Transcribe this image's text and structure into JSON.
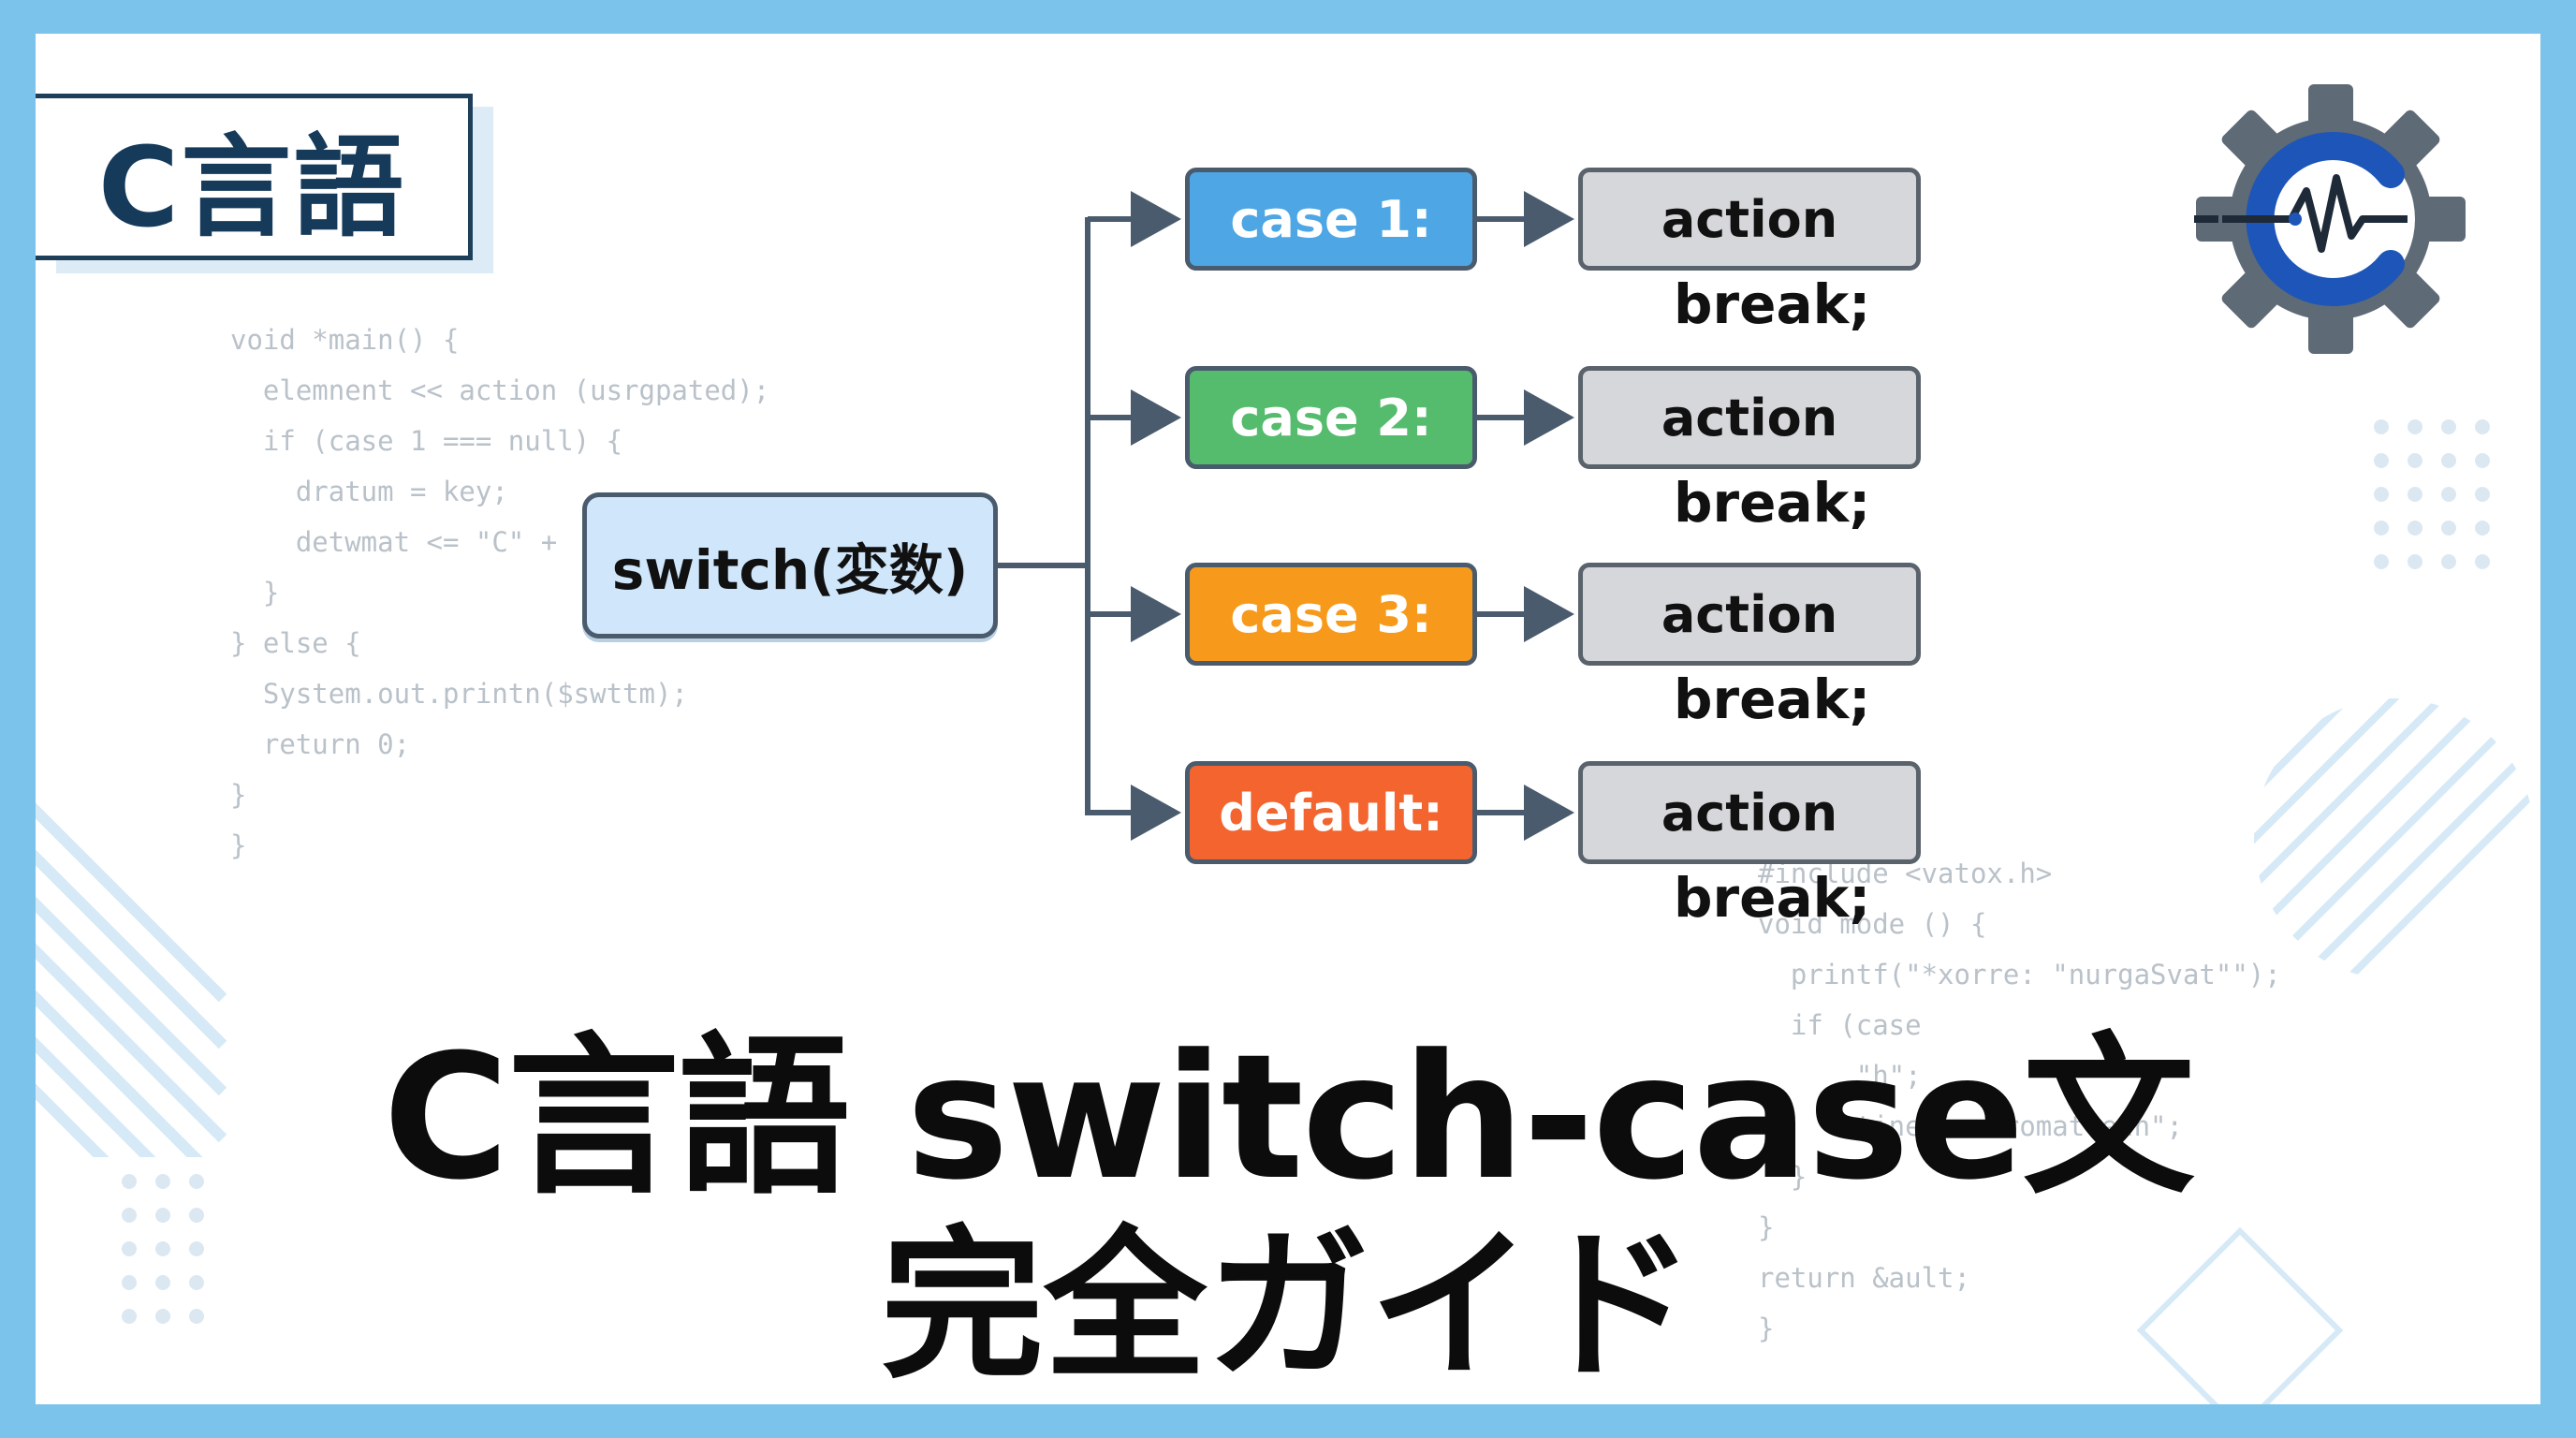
{
  "tag_label": "C言語",
  "code_left": [
    "void *main() {",
    "  elemnent << action (usrgpated);",
    "  if (case 1 === null) {",
    "    dratum = key;",
    "    detwmat <= \"C\" +",
    "  }",
    "} else {",
    "  System.out.printn($swttm);",
    "  return 0;",
    "}",
    "}"
  ],
  "code_right": [
    "#include <vatox.h>",
    "void mode () {",
    "  printf(\"*xorre: \"nurgaSvat\"\");",
    "  if (case",
    "      \"h\";",
    "      tine in fromattetn\";",
    "  }",
    "}",
    "return &ault;",
    "}"
  ],
  "switch_label": "switch(変数)",
  "cases": [
    {
      "label": "case 1:",
      "color": "#4ea6e4",
      "action": "action",
      "break": "break;"
    },
    {
      "label": "case 2:",
      "color": "#55bb6d",
      "action": "action",
      "break": "break;"
    },
    {
      "label": "case 3:",
      "color": "#f79a1b",
      "action": "action",
      "break": "break;"
    },
    {
      "label": "default:",
      "color": "#f3642f",
      "action": "action",
      "break": "break;"
    }
  ],
  "title_line1": "C言語 switch-case文",
  "title_line2": "完全ガイド",
  "logo_icon": "gear-c-heartbeat-icon",
  "colors": {
    "frame": "#7cc3ec",
    "tag_text": "#163a5a",
    "connector": "#4a5b6d"
  }
}
